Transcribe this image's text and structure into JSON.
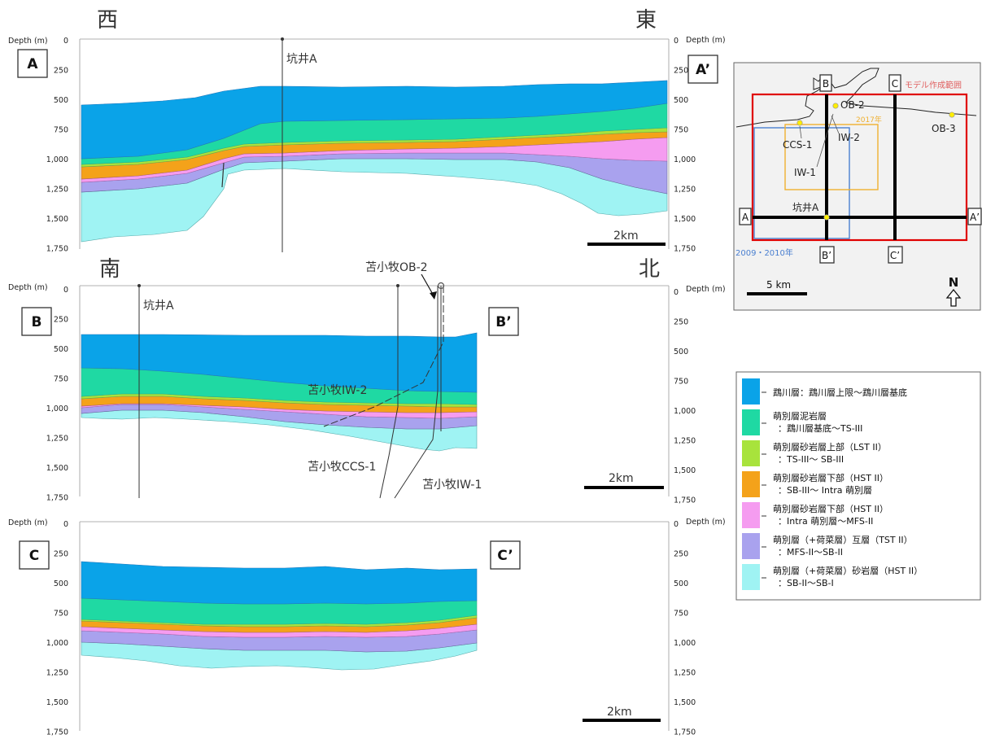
{
  "panels": [
    {
      "id": "AA",
      "left_dir": "西",
      "right_dir": "東",
      "start_label": "A",
      "end_label": "A’",
      "depth_label_left": "Depth (m)",
      "depth_label_right": "Depth (m)",
      "depth_ticks": [
        "0",
        "250",
        "500",
        "750",
        "1,000",
        "1,250",
        "1,500",
        "1,750"
      ],
      "scale_bar": "2km",
      "wells": [
        "坑井A"
      ]
    },
    {
      "id": "BB",
      "left_dir": "南",
      "right_dir": "北",
      "start_label": "B",
      "end_label": "B’",
      "depth_label_left": "Depth (m)",
      "depth_label_right": "Depth (m)",
      "depth_ticks": [
        "0",
        "250",
        "500",
        "750",
        "1,000",
        "1,250",
        "1,500",
        "1,750"
      ],
      "scale_bar": "2km",
      "wells": [
        "坑井A",
        "苫小牧OB-2",
        "苫小牧IW-2",
        "苫小牧CCS-1",
        "苫小牧IW-1"
      ]
    },
    {
      "id": "CC",
      "start_label": "C",
      "end_label": "C’",
      "depth_label_left": "Depth (m)",
      "depth_label_right": "Depth (m)",
      "depth_ticks": [
        "0",
        "250",
        "500",
        "750",
        "1,000",
        "1,250",
        "1,500",
        "1,750"
      ],
      "scale_bar": "2km"
    }
  ],
  "map": {
    "model_area_label": "モデル作成範囲",
    "survey_2017_label": "2017年",
    "survey_2009_label": "2009・2010年",
    "line_labels": [
      "A",
      "A’",
      "B",
      "B’",
      "C",
      "C’"
    ],
    "wells": [
      "OB-2",
      "OB-3",
      "CCS-1",
      "IW-2",
      "IW-1",
      "坑井A"
    ],
    "north": "N",
    "scale": "5 km"
  },
  "legend": [
    {
      "line1": "鵡川層：鵡川層上限～鵡川層基底",
      "line2": "",
      "color": "#0aa3e8"
    },
    {
      "line1": "萌別層泥岩層",
      "line2": "：鵡川層基底～TS-III",
      "color": "#1fd9a3"
    },
    {
      "line1": "萌別層砂岩層上部（LST II）",
      "line2": "：TS-III～ SB-III",
      "color": "#a8e33c"
    },
    {
      "line1": "萌別層砂岩層下部（HST II）",
      "line2": "：SB-III～ Intra 萌別層",
      "color": "#f4a21a"
    },
    {
      "line1": "萌別層砂岩層下部（HST II）",
      "line2": "：Intra 萌別層～MFS-II",
      "color": "#f59cf0"
    },
    {
      "line1": "萌別層（+荷菜層）互層（TST II）",
      "line2": "：MFS-II～SB-II",
      "color": "#a9a2ee"
    },
    {
      "line1": "萌別層（+荷菜層）砂岩層（HST II）",
      "line2": "：SB-II～SB-I",
      "color": "#9ff3f3"
    }
  ]
}
